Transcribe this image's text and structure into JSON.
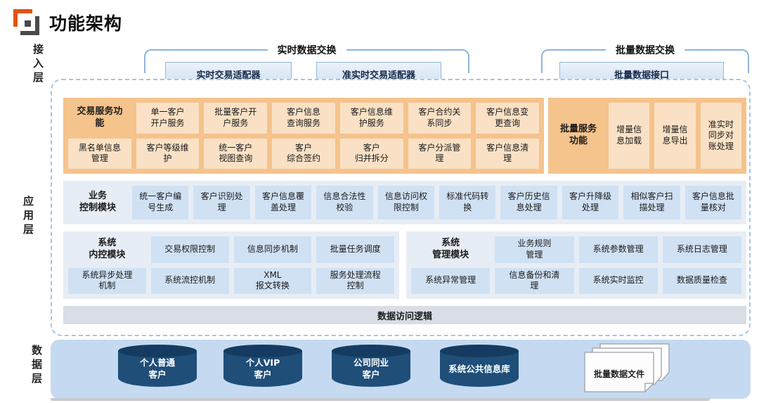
{
  "title": "功能架构",
  "layers": {
    "access": "接入层",
    "application": "应用层",
    "data": "数据层"
  },
  "exchanges": {
    "realtime": {
      "label": "实时数据交换",
      "adapters": [
        "实时交易适配器",
        "准实时交易适配器"
      ]
    },
    "batch": {
      "label": "批量数据交换",
      "adapters": [
        "批量数据接口"
      ]
    }
  },
  "transaction_services": {
    "label": "交易服务功\n能",
    "row1": [
      "单一客户\n开户服务",
      "批量客户开\n户服务",
      "客户信息\n查询服务",
      "客户信息维\n护服务",
      "客户合约关\n系同步",
      "客户信息变\n更查询"
    ],
    "row2": [
      "黑名单信息\n管理",
      "客户等级维\n护",
      "统一客户\n视图查询",
      "客户\n综合签约",
      "客户\n归并拆分",
      "客户分派管\n理",
      "客户信息清\n理"
    ]
  },
  "batch_services": {
    "label": "批量服务\n功能",
    "items": [
      "增量信\n息加载",
      "增量信\n息导出",
      "准实时\n同步对\n账处理"
    ]
  },
  "business_control": {
    "label": "业务\n控制模块",
    "items": [
      "统一客户编\n号生成",
      "客户识别处\n理",
      "客户信息覆\n盖处理",
      "信息合法性\n校验",
      "信息访问权\n限控制",
      "标准代码转\n换",
      "客户历史信\n息处理",
      "客户升降级\n处理",
      "相似客户扫\n描处理",
      "客户信息批\n量核对"
    ]
  },
  "internal_control": {
    "label": "系统\n内控模块",
    "row1": [
      "交易权限控制",
      "信息同步机制",
      "批量任务调度"
    ],
    "row2": [
      "系统异步处理\n机制",
      "系统流控机制",
      "XML\n报文转换",
      "服务处理流程\n控制"
    ]
  },
  "system_management": {
    "label": "系统\n管理模块",
    "row1": [
      "业务规则\n管理",
      "系统参数管理",
      "系统日志管理"
    ],
    "row2": [
      "系统异常管理",
      "信息备份和清\n理",
      "系统实时监控",
      "数据质量检查"
    ]
  },
  "data_access_label": "数据访问逻辑",
  "data_layer": {
    "databases": [
      "个人普通\n客户",
      "个人VIP\n客户",
      "公司同业\n客户",
      "系统公共信息库"
    ],
    "file_label": "批量数据文件"
  },
  "colors": {
    "accent_line": "#8FB4DC",
    "orange_section": "#F5C38C",
    "orange_box": "#FAE1C5",
    "blue_section": "#E7EDF5",
    "blue_box": "#D0E1F4",
    "data_layer_bg": "#C5DAF1",
    "cylinder": "#1F4E79"
  }
}
